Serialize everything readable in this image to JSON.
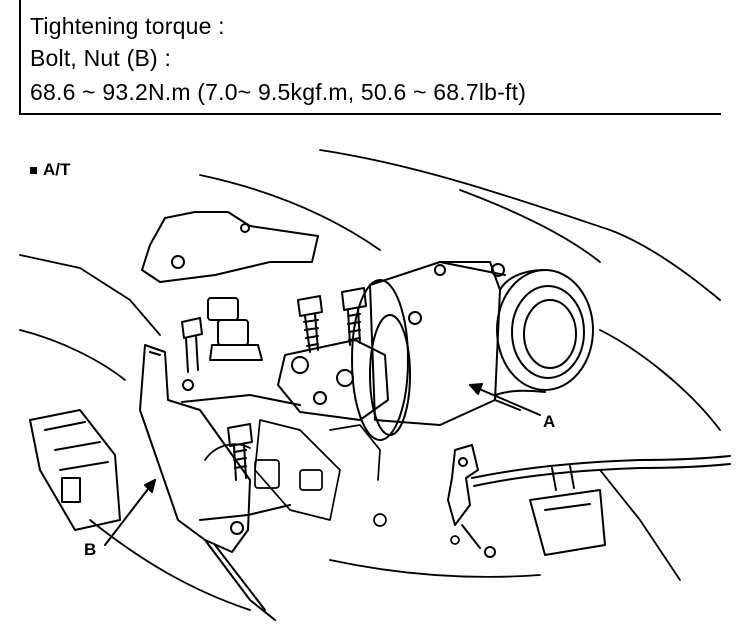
{
  "spec": {
    "line1": "Tightening torque :",
    "line2": "Bolt, Nut (B) :",
    "line3": "68.6 ~ 93.2N.m (7.0~ 9.5kgf.m, 50.6 ~ 68.7lb-ft)"
  },
  "section": {
    "label": "A/T"
  },
  "callouts": {
    "a": "A",
    "b": "B"
  }
}
